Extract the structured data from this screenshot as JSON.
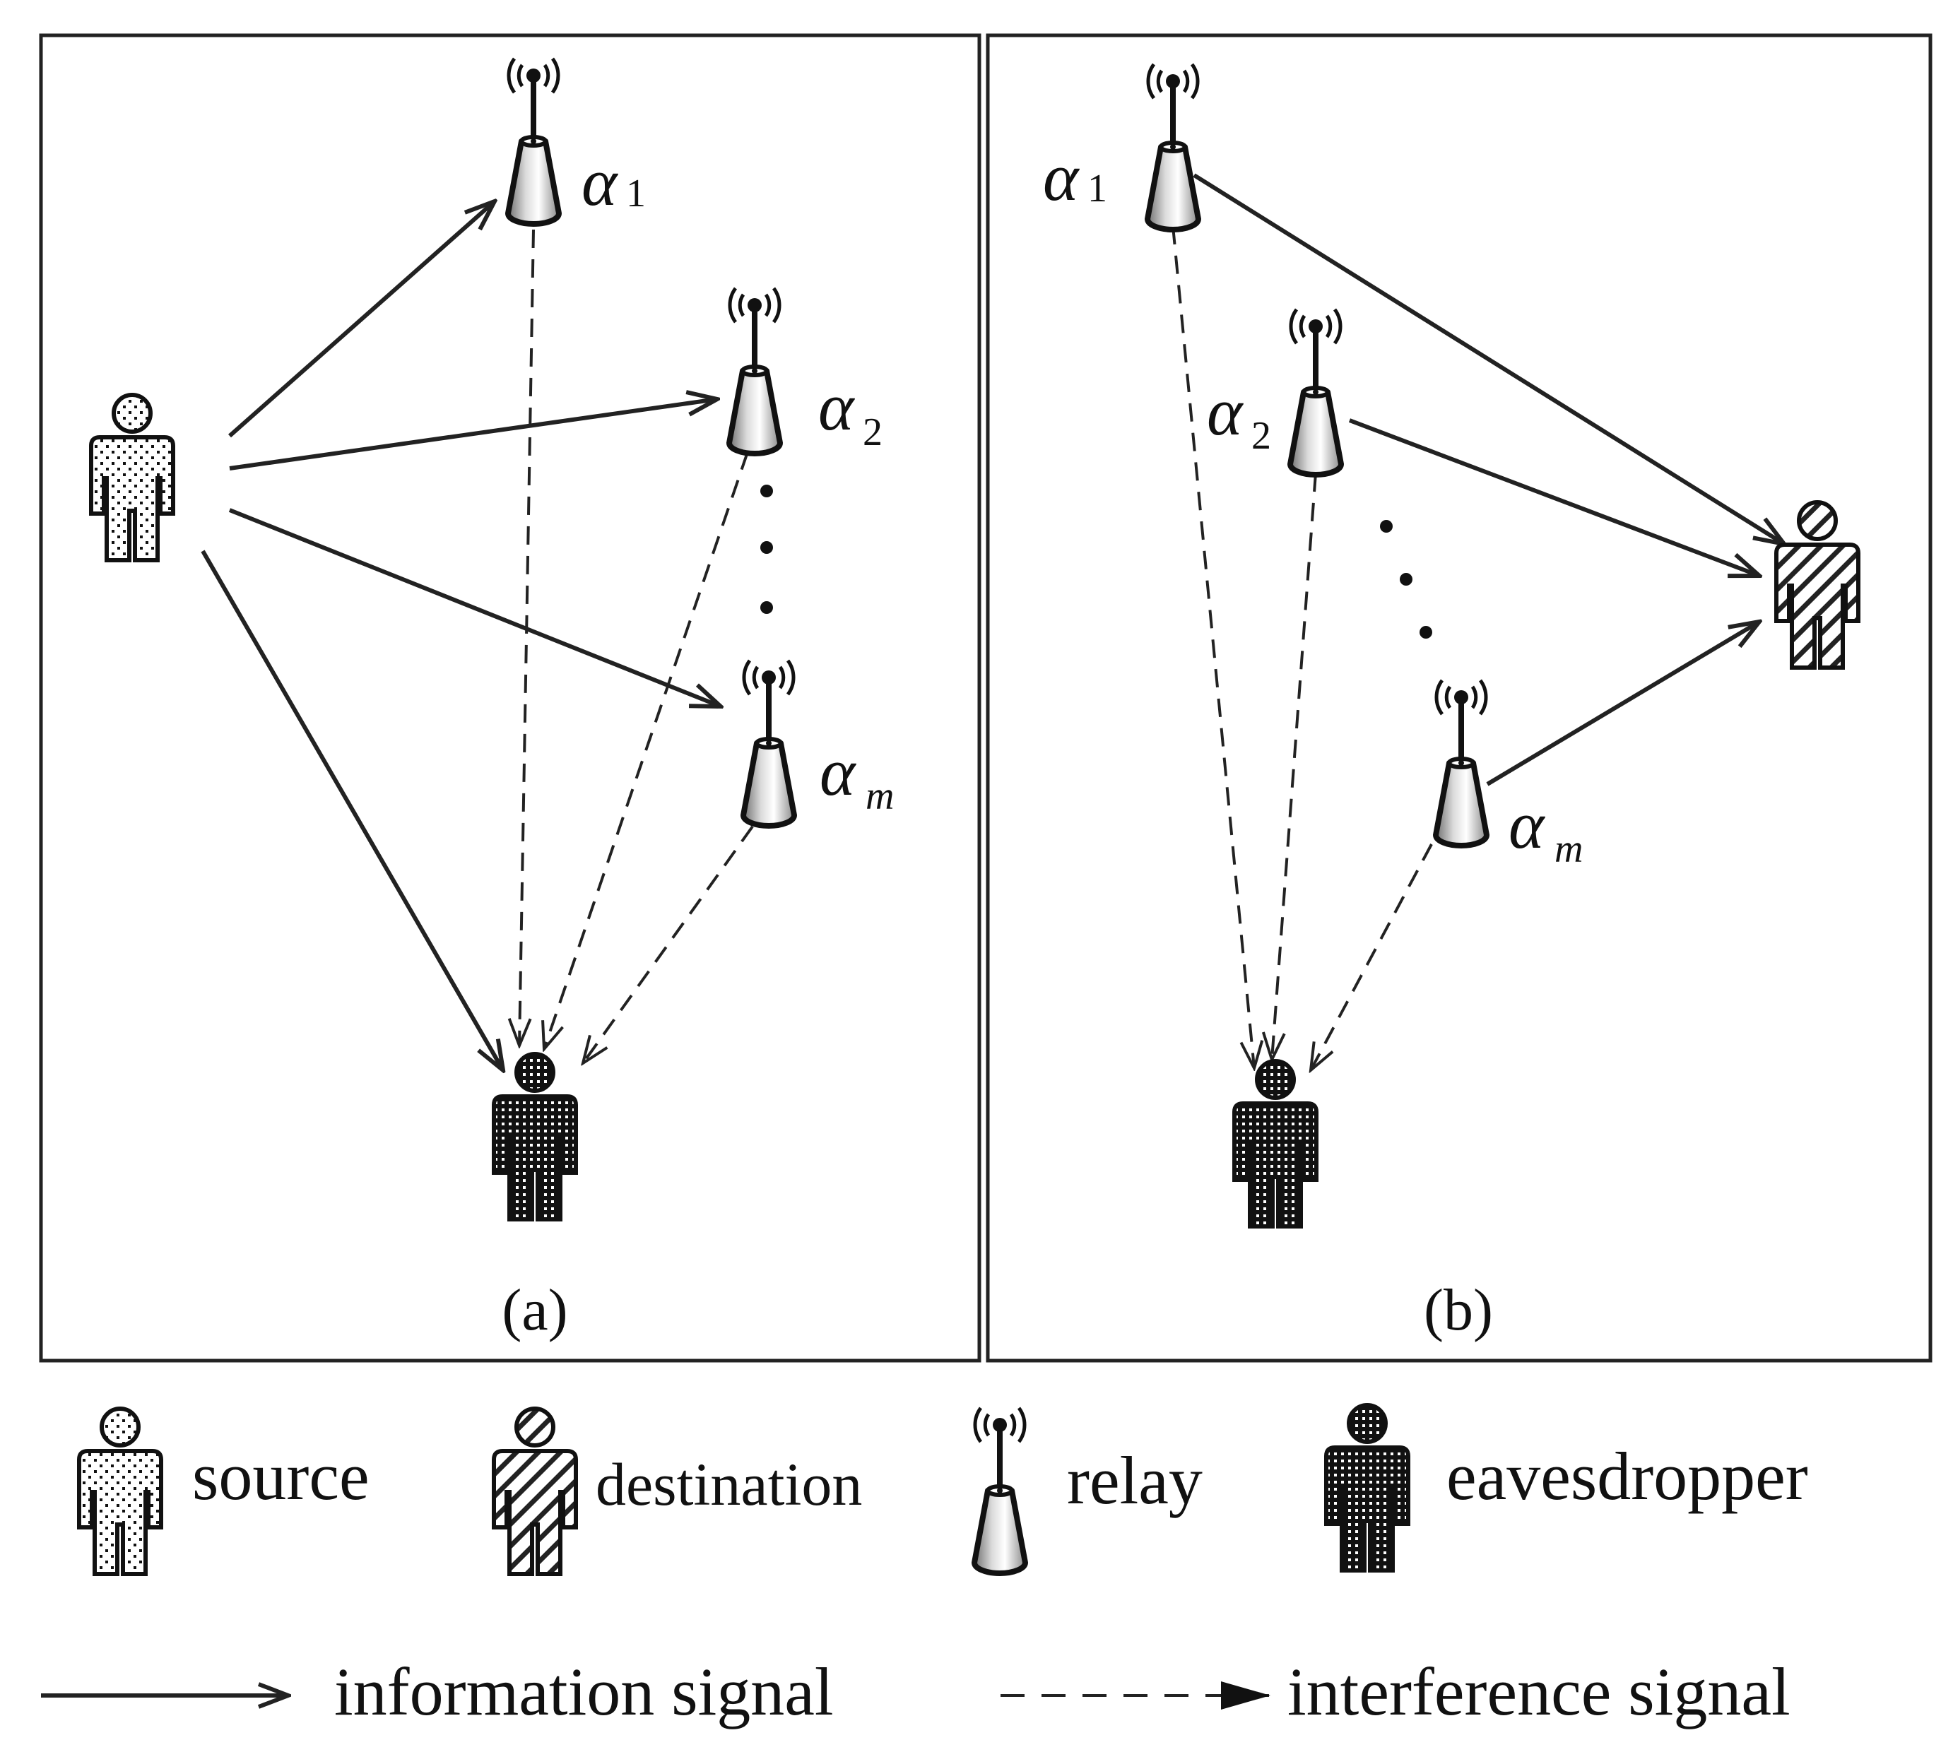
{
  "panels": {
    "a": {
      "caption": "(a)",
      "relays": [
        {
          "name": "α",
          "sub": "1"
        },
        {
          "name": "α",
          "sub": "2"
        },
        {
          "name": "α",
          "sub": "m"
        }
      ]
    },
    "b": {
      "caption": "(b)",
      "relays": [
        {
          "name": "α",
          "sub": "1"
        },
        {
          "name": "α",
          "sub": "2"
        },
        {
          "name": "α",
          "sub": "m"
        }
      ]
    }
  },
  "legend": {
    "source": "source",
    "destination": "destination",
    "relay": "relay",
    "eavesdropper": "eavesdropper",
    "information_signal": "information signal",
    "interference_signal": "interference signal"
  }
}
